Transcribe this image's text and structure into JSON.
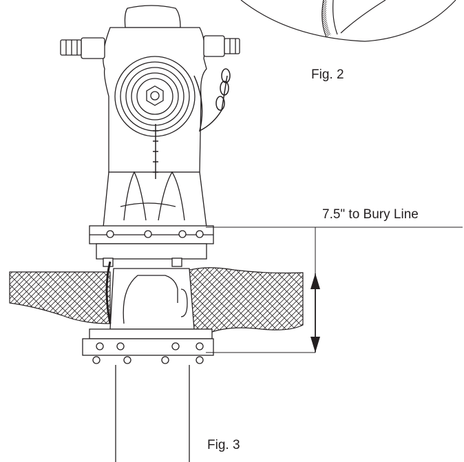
{
  "labels": {
    "fig2": "Fig. 2",
    "fig3": "Fig. 3",
    "bury_line": "7.5\" to Bury Line"
  },
  "colors": {
    "line": "#231f20",
    "background": "#ffffff"
  },
  "icons": {
    "hydrant": "fire-hydrant-drawing",
    "soil": "crosshatched-soil",
    "dimension_arrow": "double-arrow"
  }
}
